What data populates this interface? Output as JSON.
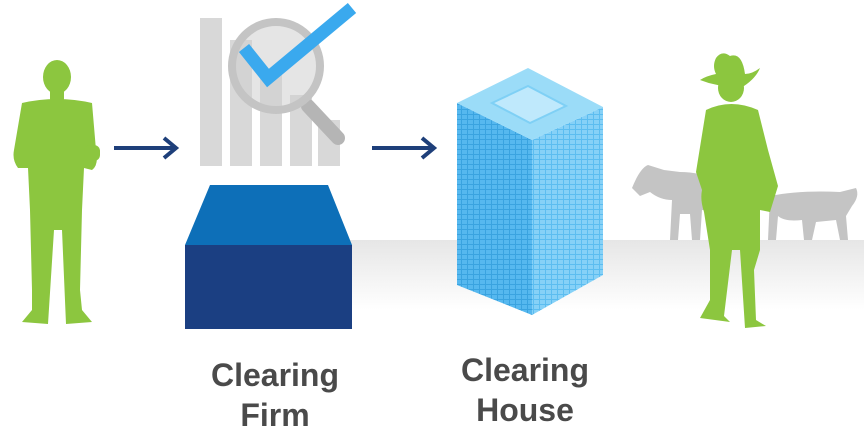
{
  "labels": {
    "clearing_firm": [
      "Clearing",
      "Firm"
    ],
    "clearing_house": [
      "Clearing",
      "House"
    ]
  },
  "icons": {
    "trader": "businessman-silhouette-icon",
    "firm_analysis": "bar-chart-magnifier-check-icon",
    "firm_block": "dark-blue-block-icon",
    "clearing_house": "skyscraper-icon",
    "rancher": "cowboy-silhouette-icon",
    "cattle": "cow-silhouette-icon",
    "arrows": "arrow-right-icon"
  },
  "colors": {
    "person_green": "#8cc63f",
    "arrow_navy": "#1e3f7a",
    "block_top": "#0d6fb8",
    "block_front": "#1b3f82",
    "tower_light": "#7fd0f5",
    "tower_mid": "#4fb4e8",
    "check_blue": "#3aa9ee",
    "chart_grey": "#d8d8d8",
    "cattle_grey": "#c4c4c4",
    "label_text": "#4a4a4a"
  }
}
